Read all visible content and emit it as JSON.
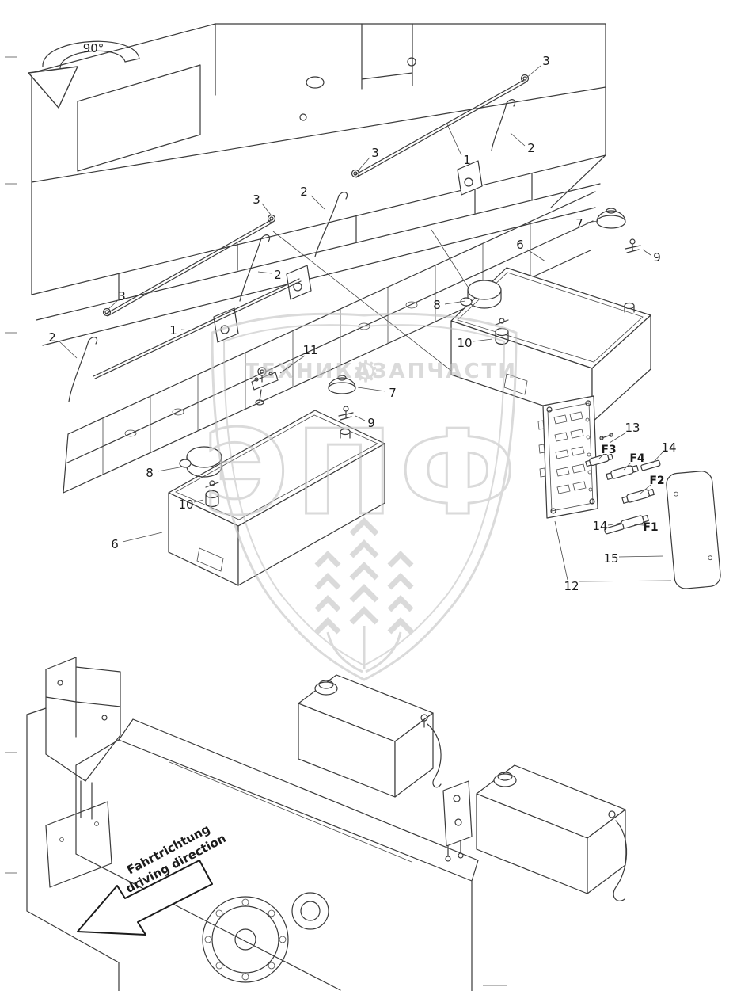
{
  "page": {
    "background": "#ffffff",
    "line_color": "#3a3a3a"
  },
  "rotation_callout": {
    "label": "90°"
  },
  "callouts": [
    {
      "label": "3"
    },
    {
      "label": "2"
    },
    {
      "label": "1"
    },
    {
      "label": "3"
    },
    {
      "label": "2"
    },
    {
      "label": "3"
    },
    {
      "label": "7"
    },
    {
      "label": "6"
    },
    {
      "label": "9"
    },
    {
      "label": "2"
    },
    {
      "label": "3"
    },
    {
      "label": "8"
    },
    {
      "label": "1"
    },
    {
      "label": "2"
    },
    {
      "label": "10"
    },
    {
      "label": "11"
    },
    {
      "label": "7"
    },
    {
      "label": "9"
    },
    {
      "label": "13"
    },
    {
      "label": "F3"
    },
    {
      "label": "F4"
    },
    {
      "label": "14"
    },
    {
      "label": "8"
    },
    {
      "label": "F2"
    },
    {
      "label": "10"
    },
    {
      "label": "14"
    },
    {
      "label": "F1"
    },
    {
      "label": "6"
    },
    {
      "label": "15"
    },
    {
      "label": "12"
    }
  ],
  "watermark": {
    "left_text": "ТЕХНИКА",
    "gear_icon": "⚙",
    "right_text": "ЗАПЧАСТИ",
    "logo_text": "ЭПФ",
    "color": "#c3c3c3"
  },
  "direction_arrow": {
    "line1": "Fahrtrichtung",
    "line2": "driving direction"
  }
}
